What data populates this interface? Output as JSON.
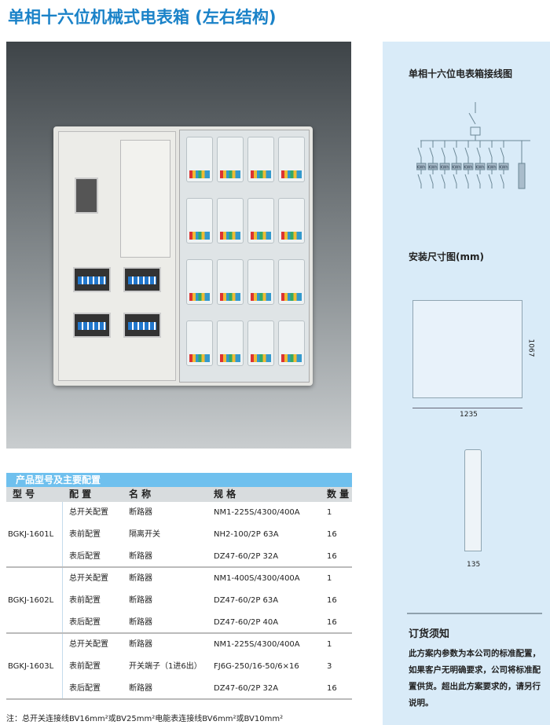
{
  "title": "单相十六位机械式电表箱 (左右结构)",
  "side": {
    "wiring_title": "单相十六位电表箱接线图",
    "meter_label": "KWh",
    "dims_title": "安装尺寸图(mm)",
    "width_dim": "1235",
    "height_dim": "1067",
    "depth_dim": "135",
    "order_title": "订货须知",
    "order_text": "此方案内参数为本公司的标准配置，如果客户无明确要求，公司将标准配置供货。超出此方案要求的，请另行说明。"
  },
  "table": {
    "section_title": "产品型号及主要配置",
    "headers": [
      "型 号",
      "配 置",
      "名 称",
      "规 格",
      "数 量"
    ],
    "groups": [
      {
        "model": "BGKJ-1601L",
        "rows": [
          [
            "总开关配置",
            "断路器",
            "NM1-225S/4300/400A",
            "1"
          ],
          [
            "表前配置",
            "隔离开关",
            "NH2-100/2P 63A",
            "16"
          ],
          [
            "表后配置",
            "断路器",
            "DZ47-60/2P 32A",
            "16"
          ]
        ]
      },
      {
        "model": "BGKJ-1602L",
        "rows": [
          [
            "总开关配置",
            "断路器",
            "NM1-400S/4300/400A",
            "1"
          ],
          [
            "表前配置",
            "断路器",
            "DZ47-60/2P 63A",
            "16"
          ],
          [
            "表后配置",
            "断路器",
            "DZ47-60/2P 40A",
            "16"
          ]
        ]
      },
      {
        "model": "BGKJ-1603L",
        "rows": [
          [
            "总开关配置",
            "断路器",
            "NM1-225S/4300/400A",
            "1"
          ],
          [
            "表前配置",
            "开关端子（1进6出）",
            "FJ6G-250/16-50/6×16",
            "3"
          ],
          [
            "表后配置",
            "断路器",
            "DZ47-60/2P 32A",
            "16"
          ]
        ]
      }
    ],
    "note": "注：总开关连接线BV16mm²或BV25mm²电能表连接线BV6mm²或BV10mm²"
  }
}
